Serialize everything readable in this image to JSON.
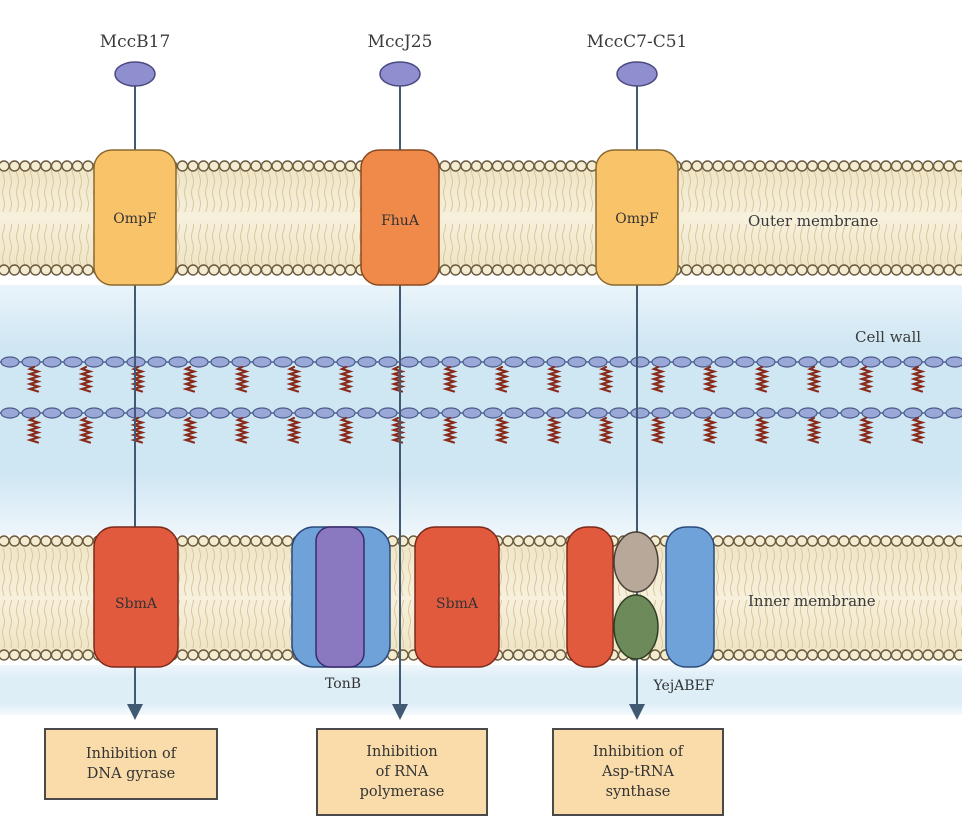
{
  "peptides": {
    "p1": "MccB17",
    "p2": "MccJ25",
    "p3": "MccC7-C51"
  },
  "membranes": {
    "outer": "Outer membrane",
    "cell_wall": "Cell wall",
    "inner": "Inner membrane"
  },
  "outer_proteins": {
    "p1": "OmpF",
    "p2": "FhuA",
    "p3": "OmpF"
  },
  "inner_proteins": {
    "p1": "SbmA",
    "p2": "SbmA",
    "tonb": "TonB",
    "yej": "YejABEF"
  },
  "targets": {
    "t1": "Inhibition of\nDNA gyrase",
    "t2": "Inhibition\nof RNA\npolymerase",
    "t3": "Inhibition of\nAsp-tRNA\nsynthase"
  },
  "colors": {
    "lipid_head": "#f4ecd0",
    "lipid_outline": "#6b5a3e",
    "bilayer_fill": "#f3ead0",
    "periplasm": "#cfe6f3",
    "peptide": "#8f8fd0",
    "ompf": "#f9c36a",
    "fhua": "#f08a4b",
    "sbma": "#e25a3e",
    "tonb_purple": "#8a78c0",
    "tonb_blue": "#6fa2d8",
    "yej_gray": "#b8a89a",
    "yej_green": "#6c8a5a",
    "target_box": "#f9dcaa"
  }
}
